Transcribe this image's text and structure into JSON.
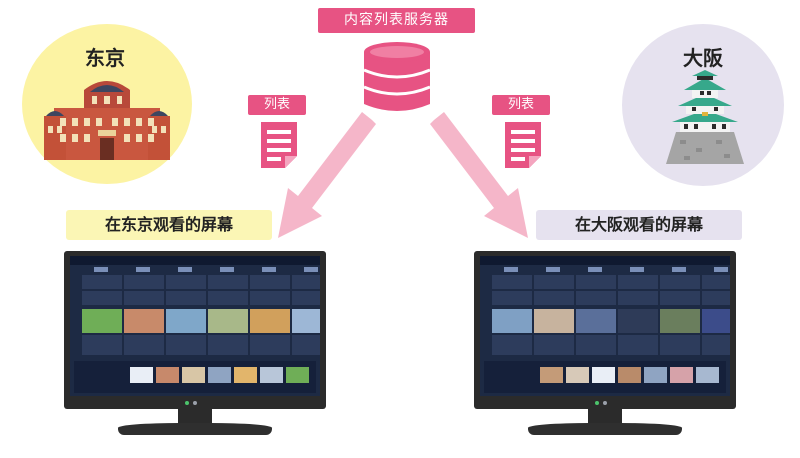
{
  "server": {
    "label": "内容列表服务器"
  },
  "list_tags": [
    "列表",
    "列表"
  ],
  "cities": {
    "left": {
      "name": "东京"
    },
    "right": {
      "name": "大阪"
    }
  },
  "screens": {
    "left": {
      "label": "在东京观看的屏幕"
    },
    "right": {
      "label": "在大阪观看的屏幕"
    }
  },
  "colors": {
    "accent": "#e75383",
    "arrow": "#f5b6c9",
    "tokyo_circle": "#fcf3a3",
    "osaka_circle": "#e6e2ef",
    "tokyo_label_bg": "#fbf6b5",
    "osaka_label_bg": "#e6e2ef"
  }
}
